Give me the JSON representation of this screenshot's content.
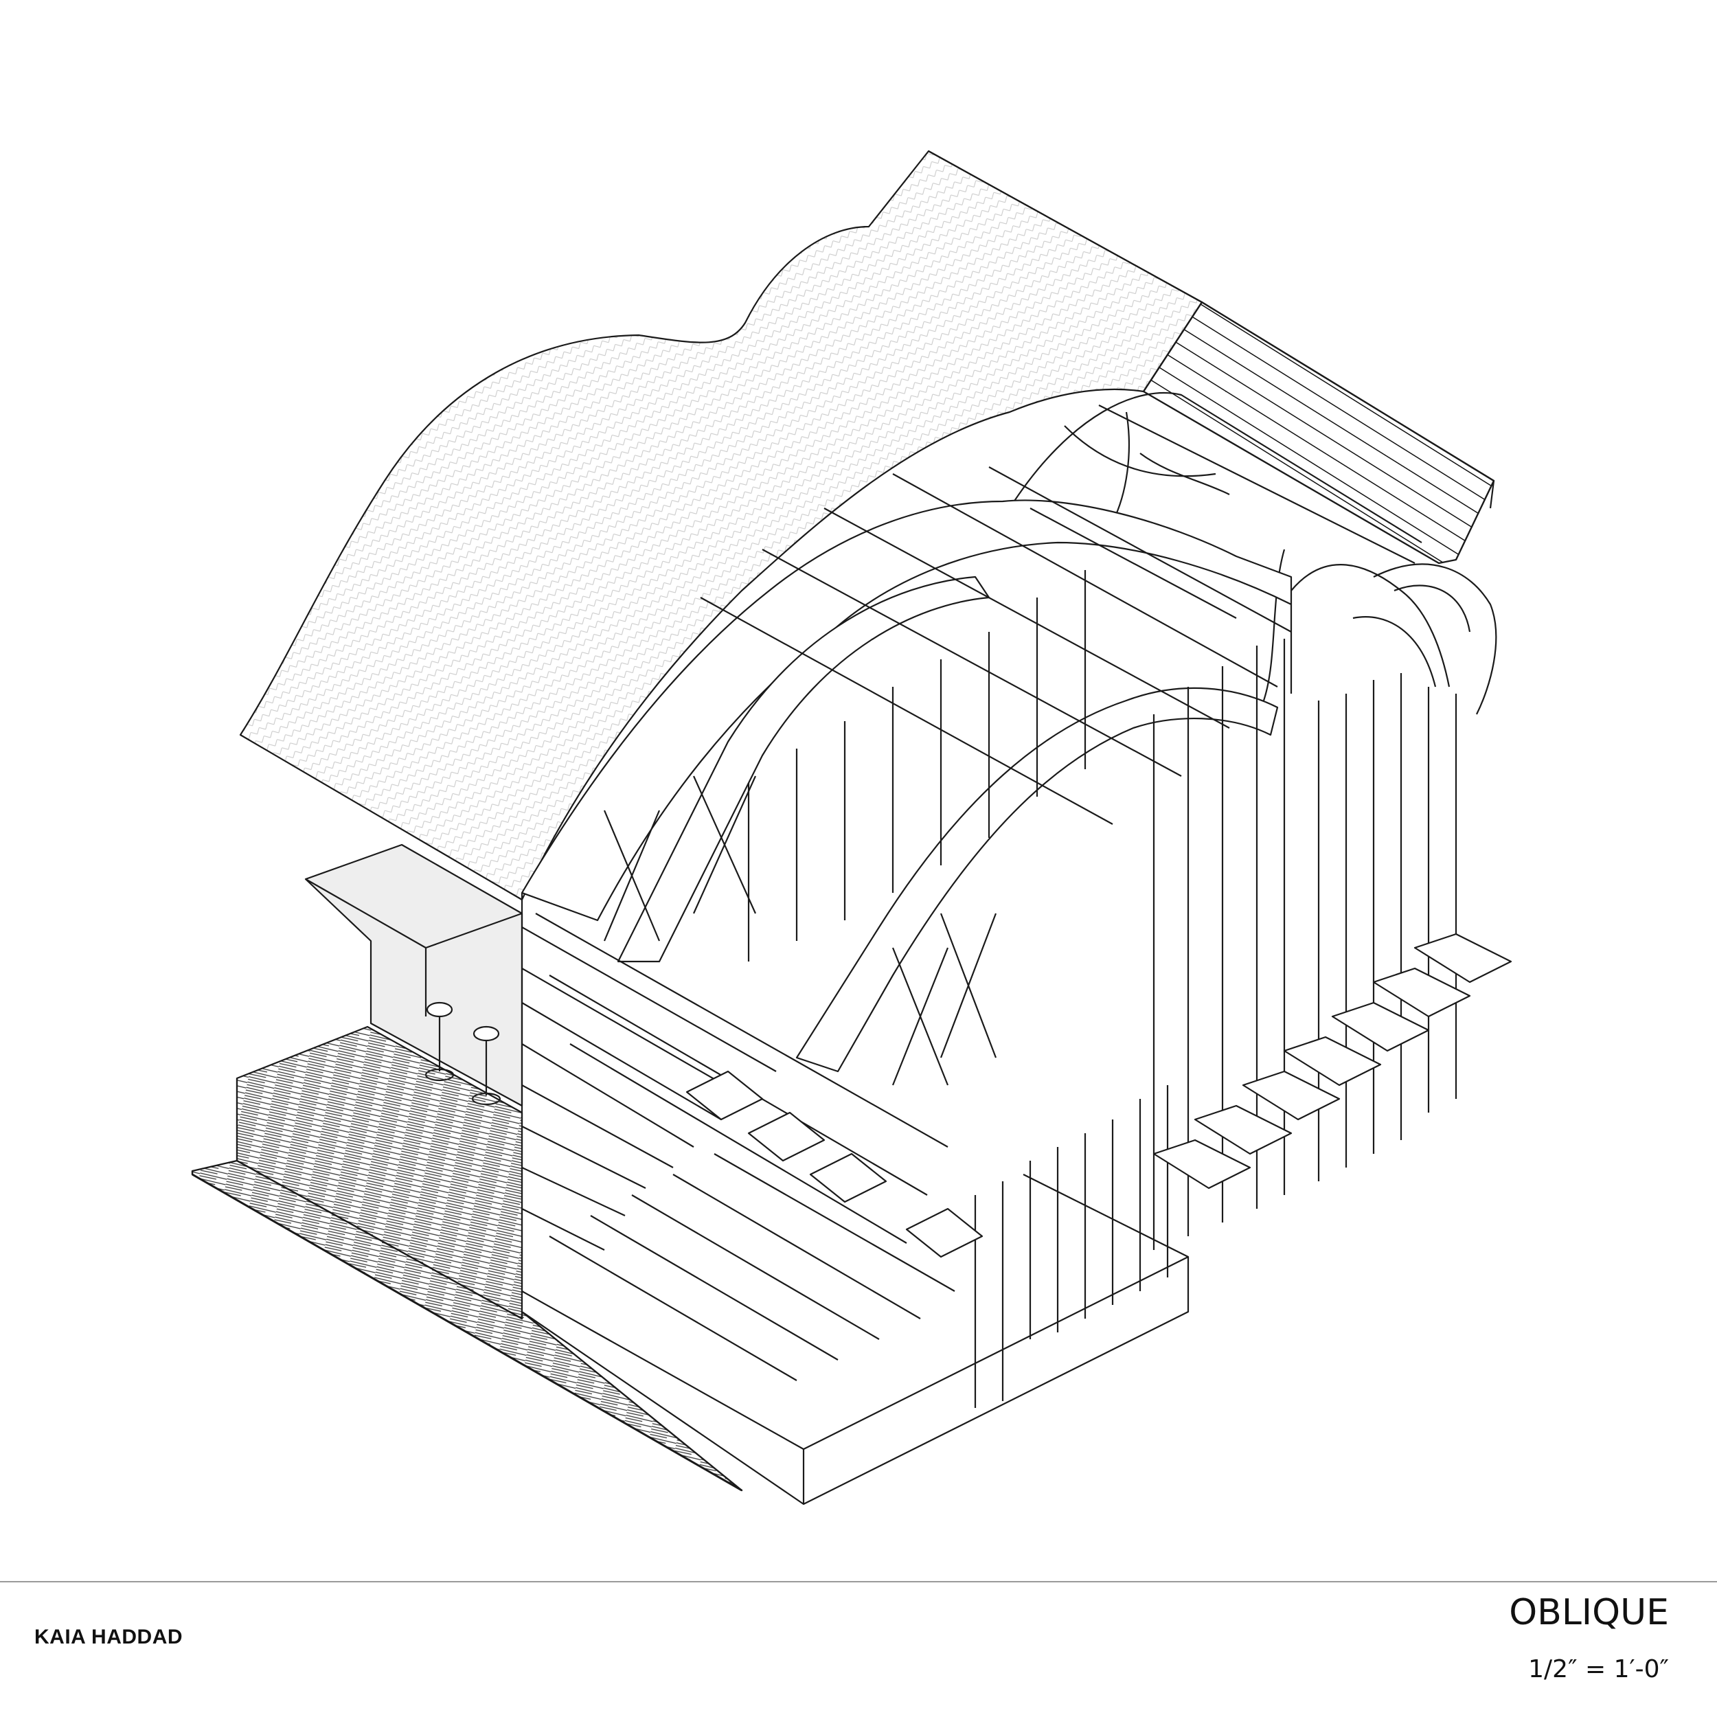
{
  "sheet": {
    "author": "KAIA HADDAD",
    "view_title": "OBLIQUE",
    "scale": "1/2″ = 1′-0″"
  },
  "colors": {
    "line": "#1a1a1a",
    "paper": "#ffffff",
    "glass": "#eeeeee",
    "rule": "#9a9a9a"
  },
  "icons": {
    "bar_stools": "stool-icon"
  }
}
